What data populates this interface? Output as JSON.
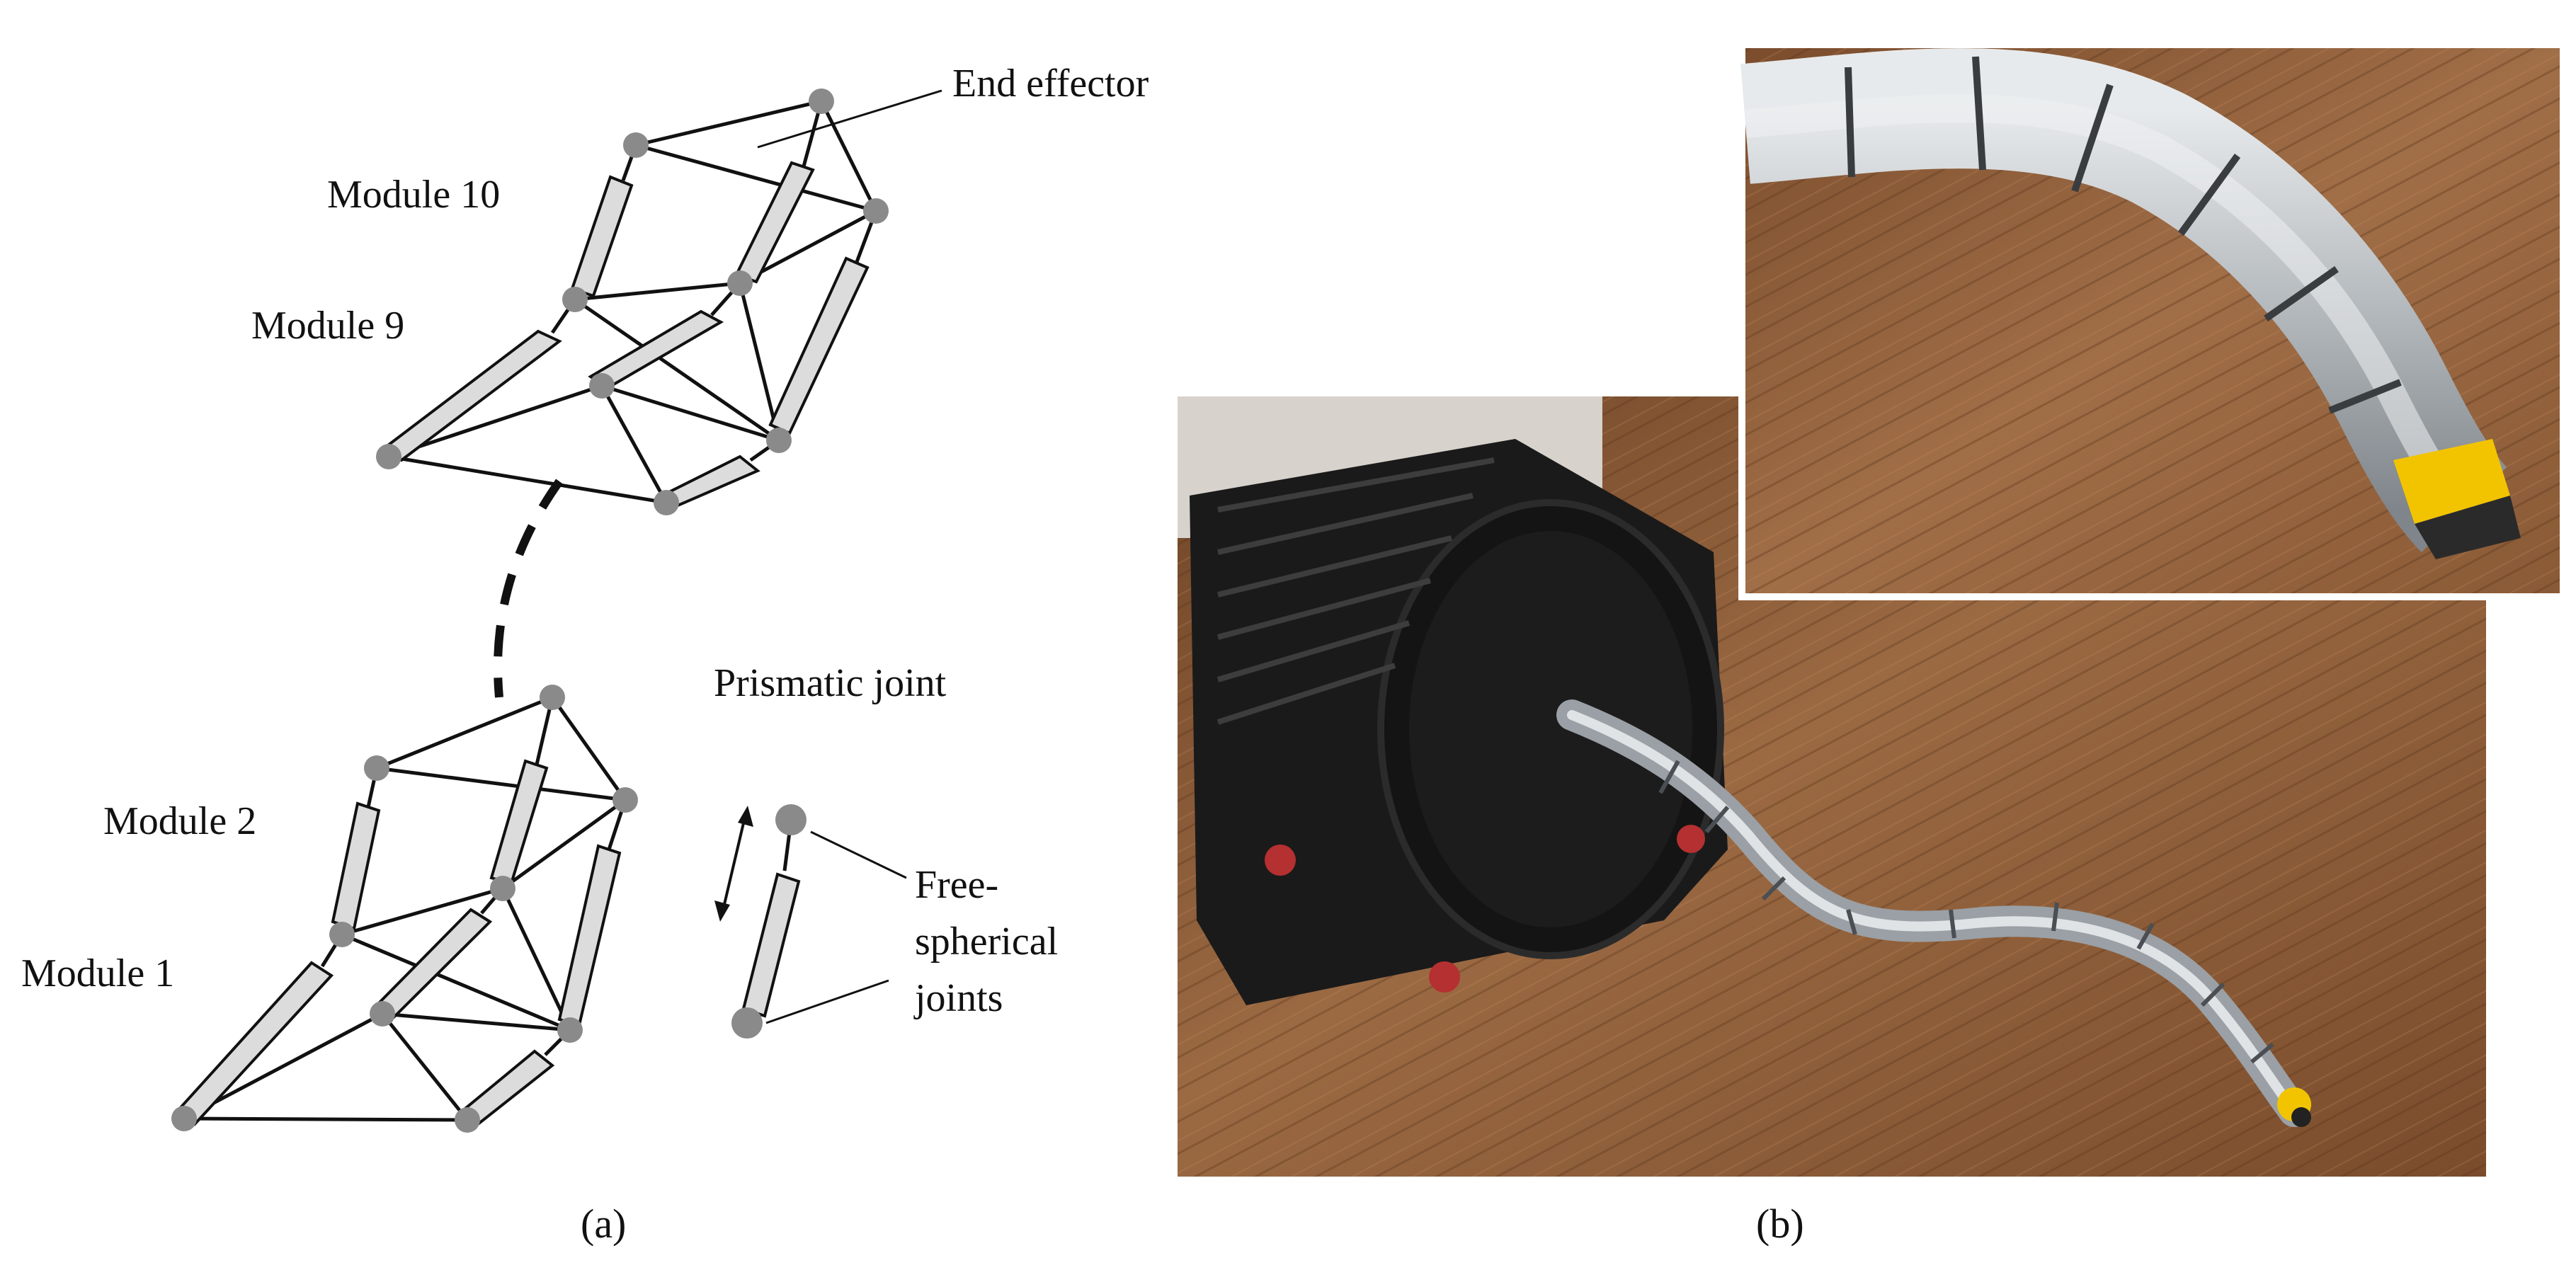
{
  "panel_a": {
    "labels": {
      "end_effector": "End effector",
      "module_10": "Module 10",
      "module_9": "Module 9",
      "module_2": "Module 2",
      "module_1": "Module 1",
      "prismatic_joint": "Prismatic joint",
      "free_spherical_joints_line1": "Free-",
      "free_spherical_joints_line2": "spherical",
      "free_spherical_joints_line3": "joints"
    },
    "caption": "(a)"
  },
  "panel_b": {
    "caption": "(b)",
    "photo_main": "continuum-robot-with-actuation-drum-photo",
    "photo_inset": "robot-end-effector-close-up-photo"
  },
  "colors": {
    "joint": "#8a8a8a",
    "link": "#111111",
    "actuator_fill": "#d9d9d9",
    "floor": "#8a5a35",
    "robot_segment": "#b9bec3",
    "tip_tape": "#f2c400",
    "drum": "#151515"
  }
}
